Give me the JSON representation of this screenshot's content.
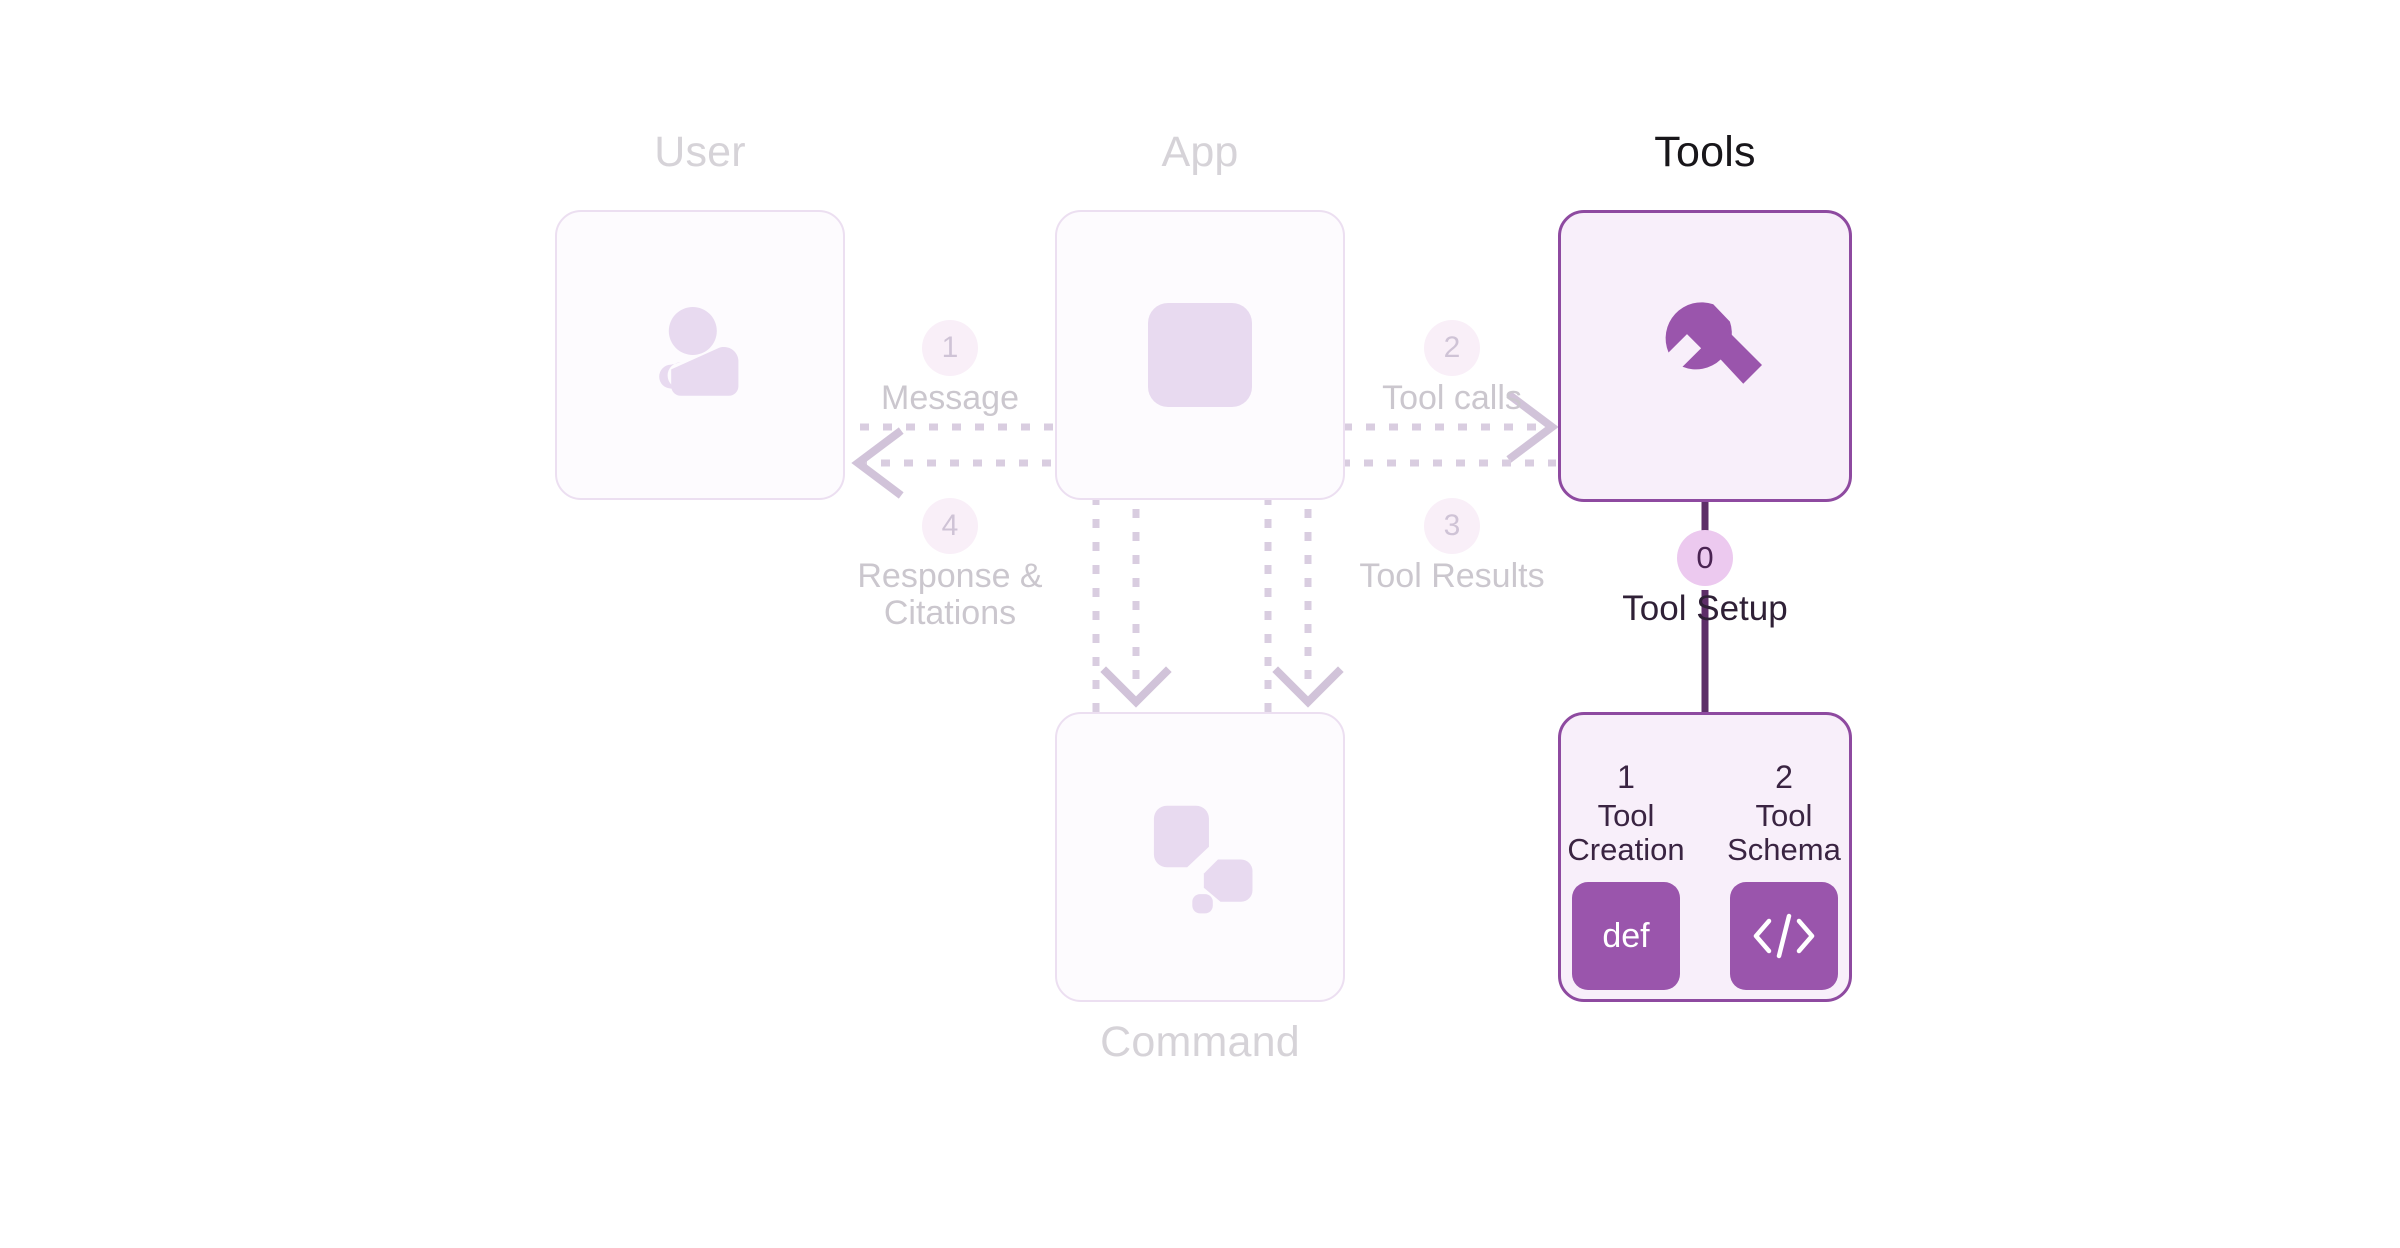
{
  "diagram": {
    "title": "Tool use flow",
    "colors": {
      "accent_purple": "#8e4aa0",
      "tile_purple": "#9a55ac",
      "muted_lilac": "#e8daf0",
      "box_fill_muted": "#fdfbfe",
      "box_fill_strong": "#f8effa",
      "caption_muted": "#d6d3d8",
      "caption_strong": "#18161a",
      "wire": "#d9cde0"
    }
  },
  "nodes": {
    "user": {
      "caption": "User",
      "icon": "user-avatar-icon",
      "emphasis": "muted"
    },
    "app": {
      "caption": "App",
      "icon": "app-square-icon",
      "emphasis": "muted"
    },
    "tools": {
      "caption": "Tools",
      "icon": "wrench-icon",
      "emphasis": "strong"
    },
    "command": {
      "caption": "Command",
      "icon": "command-logo-icon",
      "emphasis": "muted"
    }
  },
  "steps": [
    {
      "number": "1",
      "label": "Message"
    },
    {
      "number": "2",
      "label": "Tool calls"
    },
    {
      "number": "3",
      "label": "Tool Results"
    },
    {
      "number": "4",
      "label": "Response &\nCitations"
    }
  ],
  "tool_setup": {
    "number": "0",
    "label": "Tool Setup",
    "cards": [
      {
        "number": "1",
        "name": "Tool\nCreation",
        "tile_text": "def",
        "tile_icon": "def-keyword-icon"
      },
      {
        "number": "2",
        "name": "Tool\nSchema",
        "tile_text": "",
        "tile_icon": "code-brackets-icon"
      }
    ]
  }
}
